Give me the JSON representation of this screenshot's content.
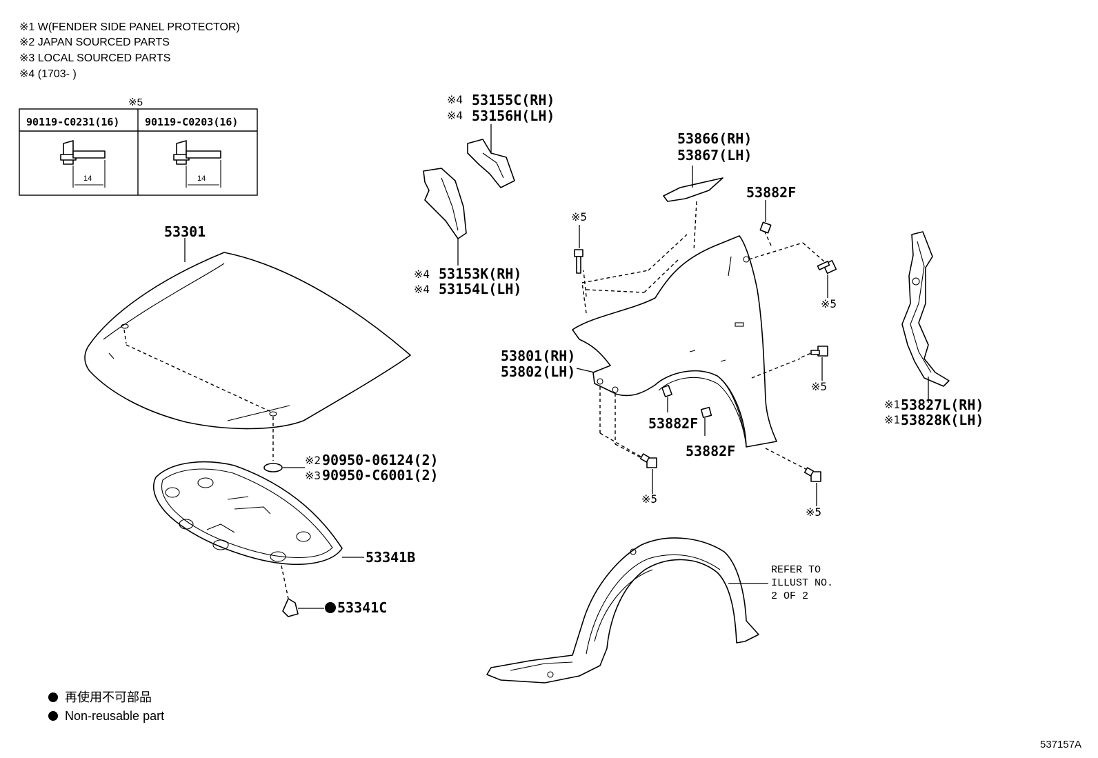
{
  "notes": [
    "※1 W(FENDER SIDE PANEL PROTECTOR)",
    "※2 JAPAN SOURCED PARTS",
    "※3 LOCAL SOURCED PARTS",
    "※4 (1703-    )"
  ],
  "bolt_table": {
    "marker": "※5",
    "col1_part": "90119-C0231(16)",
    "col2_part": "90119-C0203(16)",
    "dim1": "14",
    "dim2": "14"
  },
  "callouts": {
    "hood": "53301",
    "hood_insulator": "53341B",
    "clip_part": "53341C",
    "seal_1": "90950-06124(2)",
    "seal_1_mark": "※2",
    "seal_2": "90950-C6001(2)",
    "seal_2_mark": "※3",
    "bracket_upper_rh": "53155C(RH)",
    "bracket_upper_lh": "53156H(LH)",
    "bracket_upper_mark": "※4",
    "bracket_lower_rh": "53153K(RH)",
    "bracket_lower_lh": "53154L(LH)",
    "bracket_lower_mark": "※4",
    "fender_trim_rh": "53866(RH)",
    "fender_trim_lh": "53867(LH)",
    "fender_rh": "53801(RH)",
    "fender_lh": "53802(LH)",
    "protector_rh": "53827L(RH)",
    "protector_lh": "53828K(LH)",
    "protector_mark": "※1",
    "clip_f": "53882F",
    "bolt_mark": "※5"
  },
  "refer": [
    "REFER TO",
    "ILLUST NO.",
    "2 OF 2"
  ],
  "legend": {
    "line_jp": "再使用不可部品",
    "line_en": "Non-reusable part"
  },
  "figure_id": "537157A"
}
